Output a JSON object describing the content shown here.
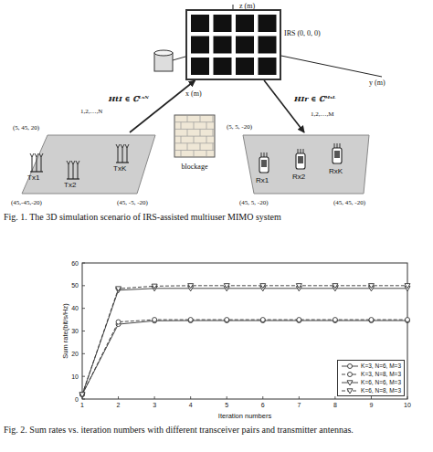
{
  "diagram": {
    "nodes": [
      {
        "text": [
          "IRS (0, 0, 0)"
        ]
      },
      {
        "text": [
          "Tx1",
          "Tx2",
          "TxK"
        ]
      },
      {
        "text": [
          "blockage"
        ]
      },
      {
        "text": [
          "Rx1",
          "Rx2",
          "RxK"
        ]
      }
    ],
    "edges": [
      {
        "from": 1,
        "to": 0,
        "arrow": "to",
        "label": "HtI ∈ ℂᴸˣᴺ"
      },
      {
        "from": 0,
        "to": 3,
        "arrow": "to",
        "label": "HIr ∈ ℂᴹˣᴸ"
      }
    ],
    "labels": [
      "z (m)",
      "y (m)",
      "x (m)",
      "1,2,…,N",
      "(5, 45, 20)",
      "(45,-45,-20)",
      "(45, -5, -20)",
      "1,2,…,M",
      "(5, 5, -20)",
      "(45, 5, -20)",
      "(45, 45, -20)",
      "Fig. 1.   The 3D simulation scenario of IRS-assisted multiuser MIMO system",
      "0",
      "10",
      "20",
      "30",
      "40",
      "50",
      "60",
      "1",
      "2",
      "3",
      "4",
      "5",
      "6",
      "7",
      "8",
      "9",
      "10",
      "Sum rate(bit/s/Hz)",
      "Iteration numbers",
      "Fig. 2.   Sum rates vs. iteration numbers with different transceiver pairs and transmitter antennas."
    ],
    "legend": [
      {
        "text": "K=3, N=6, M=3"
      },
      {
        "text": "K=3, N=8, M=3"
      },
      {
        "text": "K=6, N=6, M=3"
      },
      {
        "text": "K=6, N=8, M=3"
      }
    ]
  }
}
